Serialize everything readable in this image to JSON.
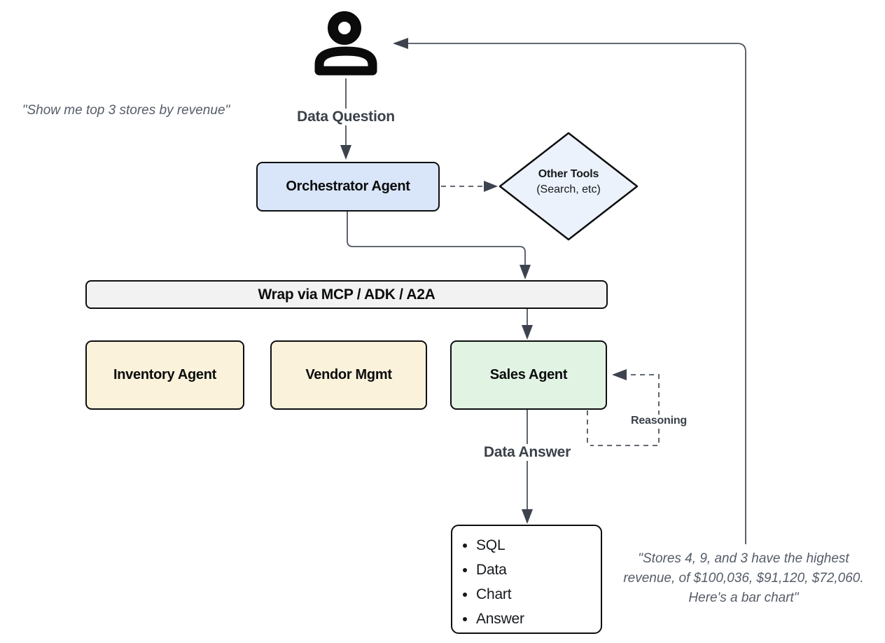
{
  "diagram": {
    "quotes": {
      "user": "\"Show me top 3 stores by revenue\"",
      "answer_line1": "\"Stores 4, 9, and 3 have the highest",
      "answer_line2": "revenue, of $100,036, $91,120, $72,060.",
      "answer_line3": "Here's a bar chart\""
    },
    "flow_labels": {
      "data_question": "Data Question",
      "data_answer": "Data Answer",
      "reasoning": "Reasoning"
    },
    "nodes": {
      "orchestrator": {
        "label": "Orchestrator Agent",
        "fill": "#d9e5f8"
      },
      "other_tools": {
        "title": "Other Tools",
        "subtitle": "(Search, etc)",
        "fill": "#ecf2fb"
      },
      "wrap_layer": {
        "label": "Wrap via MCP / ADK / A2A",
        "fill": "#f2f2f2"
      },
      "inventory_agent": {
        "label": "Inventory Agent",
        "fill": "#faf2da"
      },
      "vendor_mgmt": {
        "label": "Vendor Mgmt",
        "fill": "#faf2da"
      },
      "sales_agent": {
        "label": "Sales Agent",
        "fill": "#e1f4e3"
      },
      "output": {
        "items": [
          "SQL",
          "Data",
          "Chart",
          "Answer"
        ]
      }
    },
    "icons": {
      "person": "person-icon"
    },
    "colors": {
      "node_border": "#0d0e10",
      "connector": "#4d545e",
      "arrowhead": "#3d434e",
      "flow_label_text": "#3a414a",
      "quote_text": "#555c67"
    }
  }
}
